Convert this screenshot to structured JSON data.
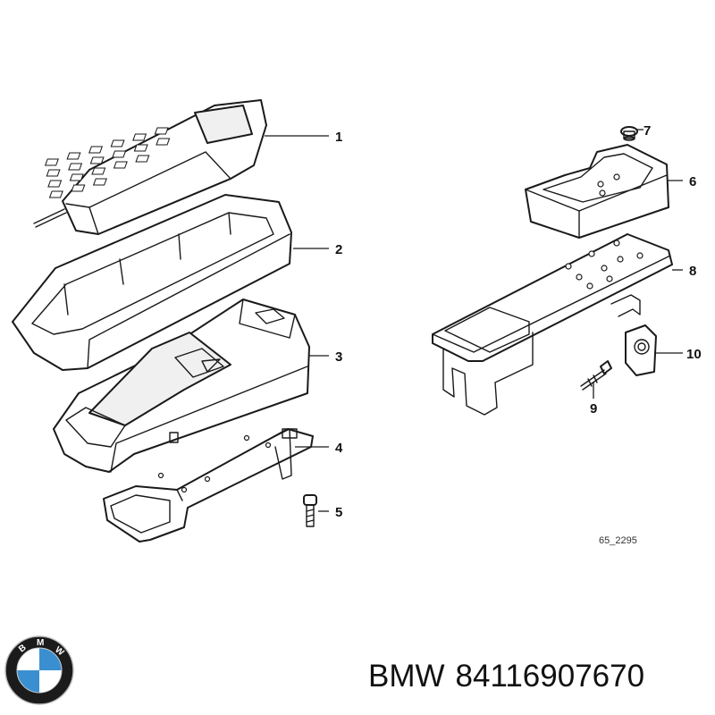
{
  "callouts": [
    "1",
    "2",
    "3",
    "4",
    "5",
    "6",
    "7",
    "8",
    "9",
    "10"
  ],
  "figure_ref": "65_2295",
  "brand": {
    "name": "BMW",
    "part_number": "84116907670",
    "logo": "bmw-roundel-logo",
    "logo_letters": "BMW",
    "colors": {
      "ring": "#1b1b1b",
      "blue": "#3a8fd0",
      "white": "#ffffff"
    }
  }
}
